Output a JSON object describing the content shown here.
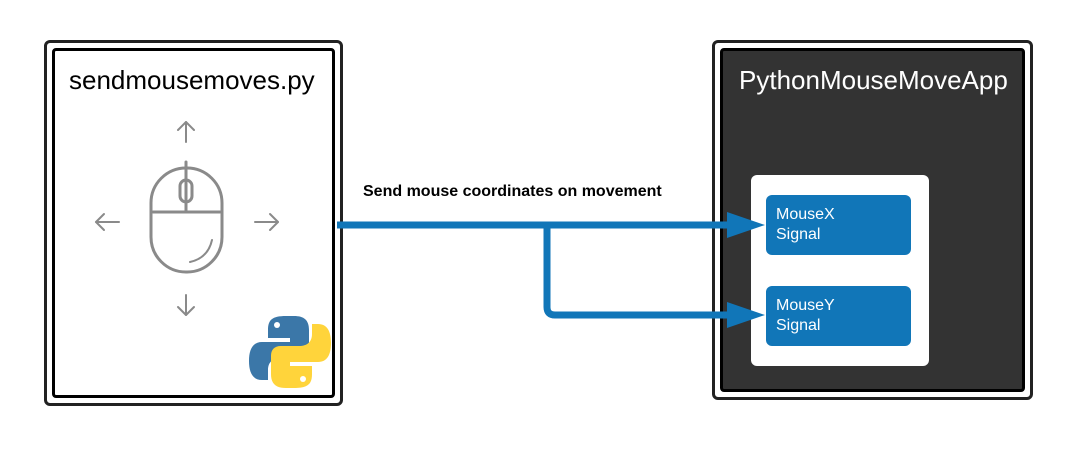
{
  "left_box": {
    "title": "sendmousemoves.py",
    "icons": [
      "arrow-up-icon",
      "arrow-down-icon",
      "arrow-left-icon",
      "arrow-right-icon",
      "mouse-icon",
      "python-logo-icon"
    ]
  },
  "right_box": {
    "title": "PythonMouseMoveApp",
    "signals": [
      {
        "label": "MouseX\nSignal"
      },
      {
        "label": "MouseY\nSignal"
      }
    ]
  },
  "connector": {
    "label": "Send mouse coordinates on movement"
  },
  "colors": {
    "accent": "#1176b8",
    "dark_panel": "#333333",
    "icon_gray": "#8a8a8a",
    "python_blue": "#3b77a8",
    "python_yellow": "#ffd43b"
  }
}
